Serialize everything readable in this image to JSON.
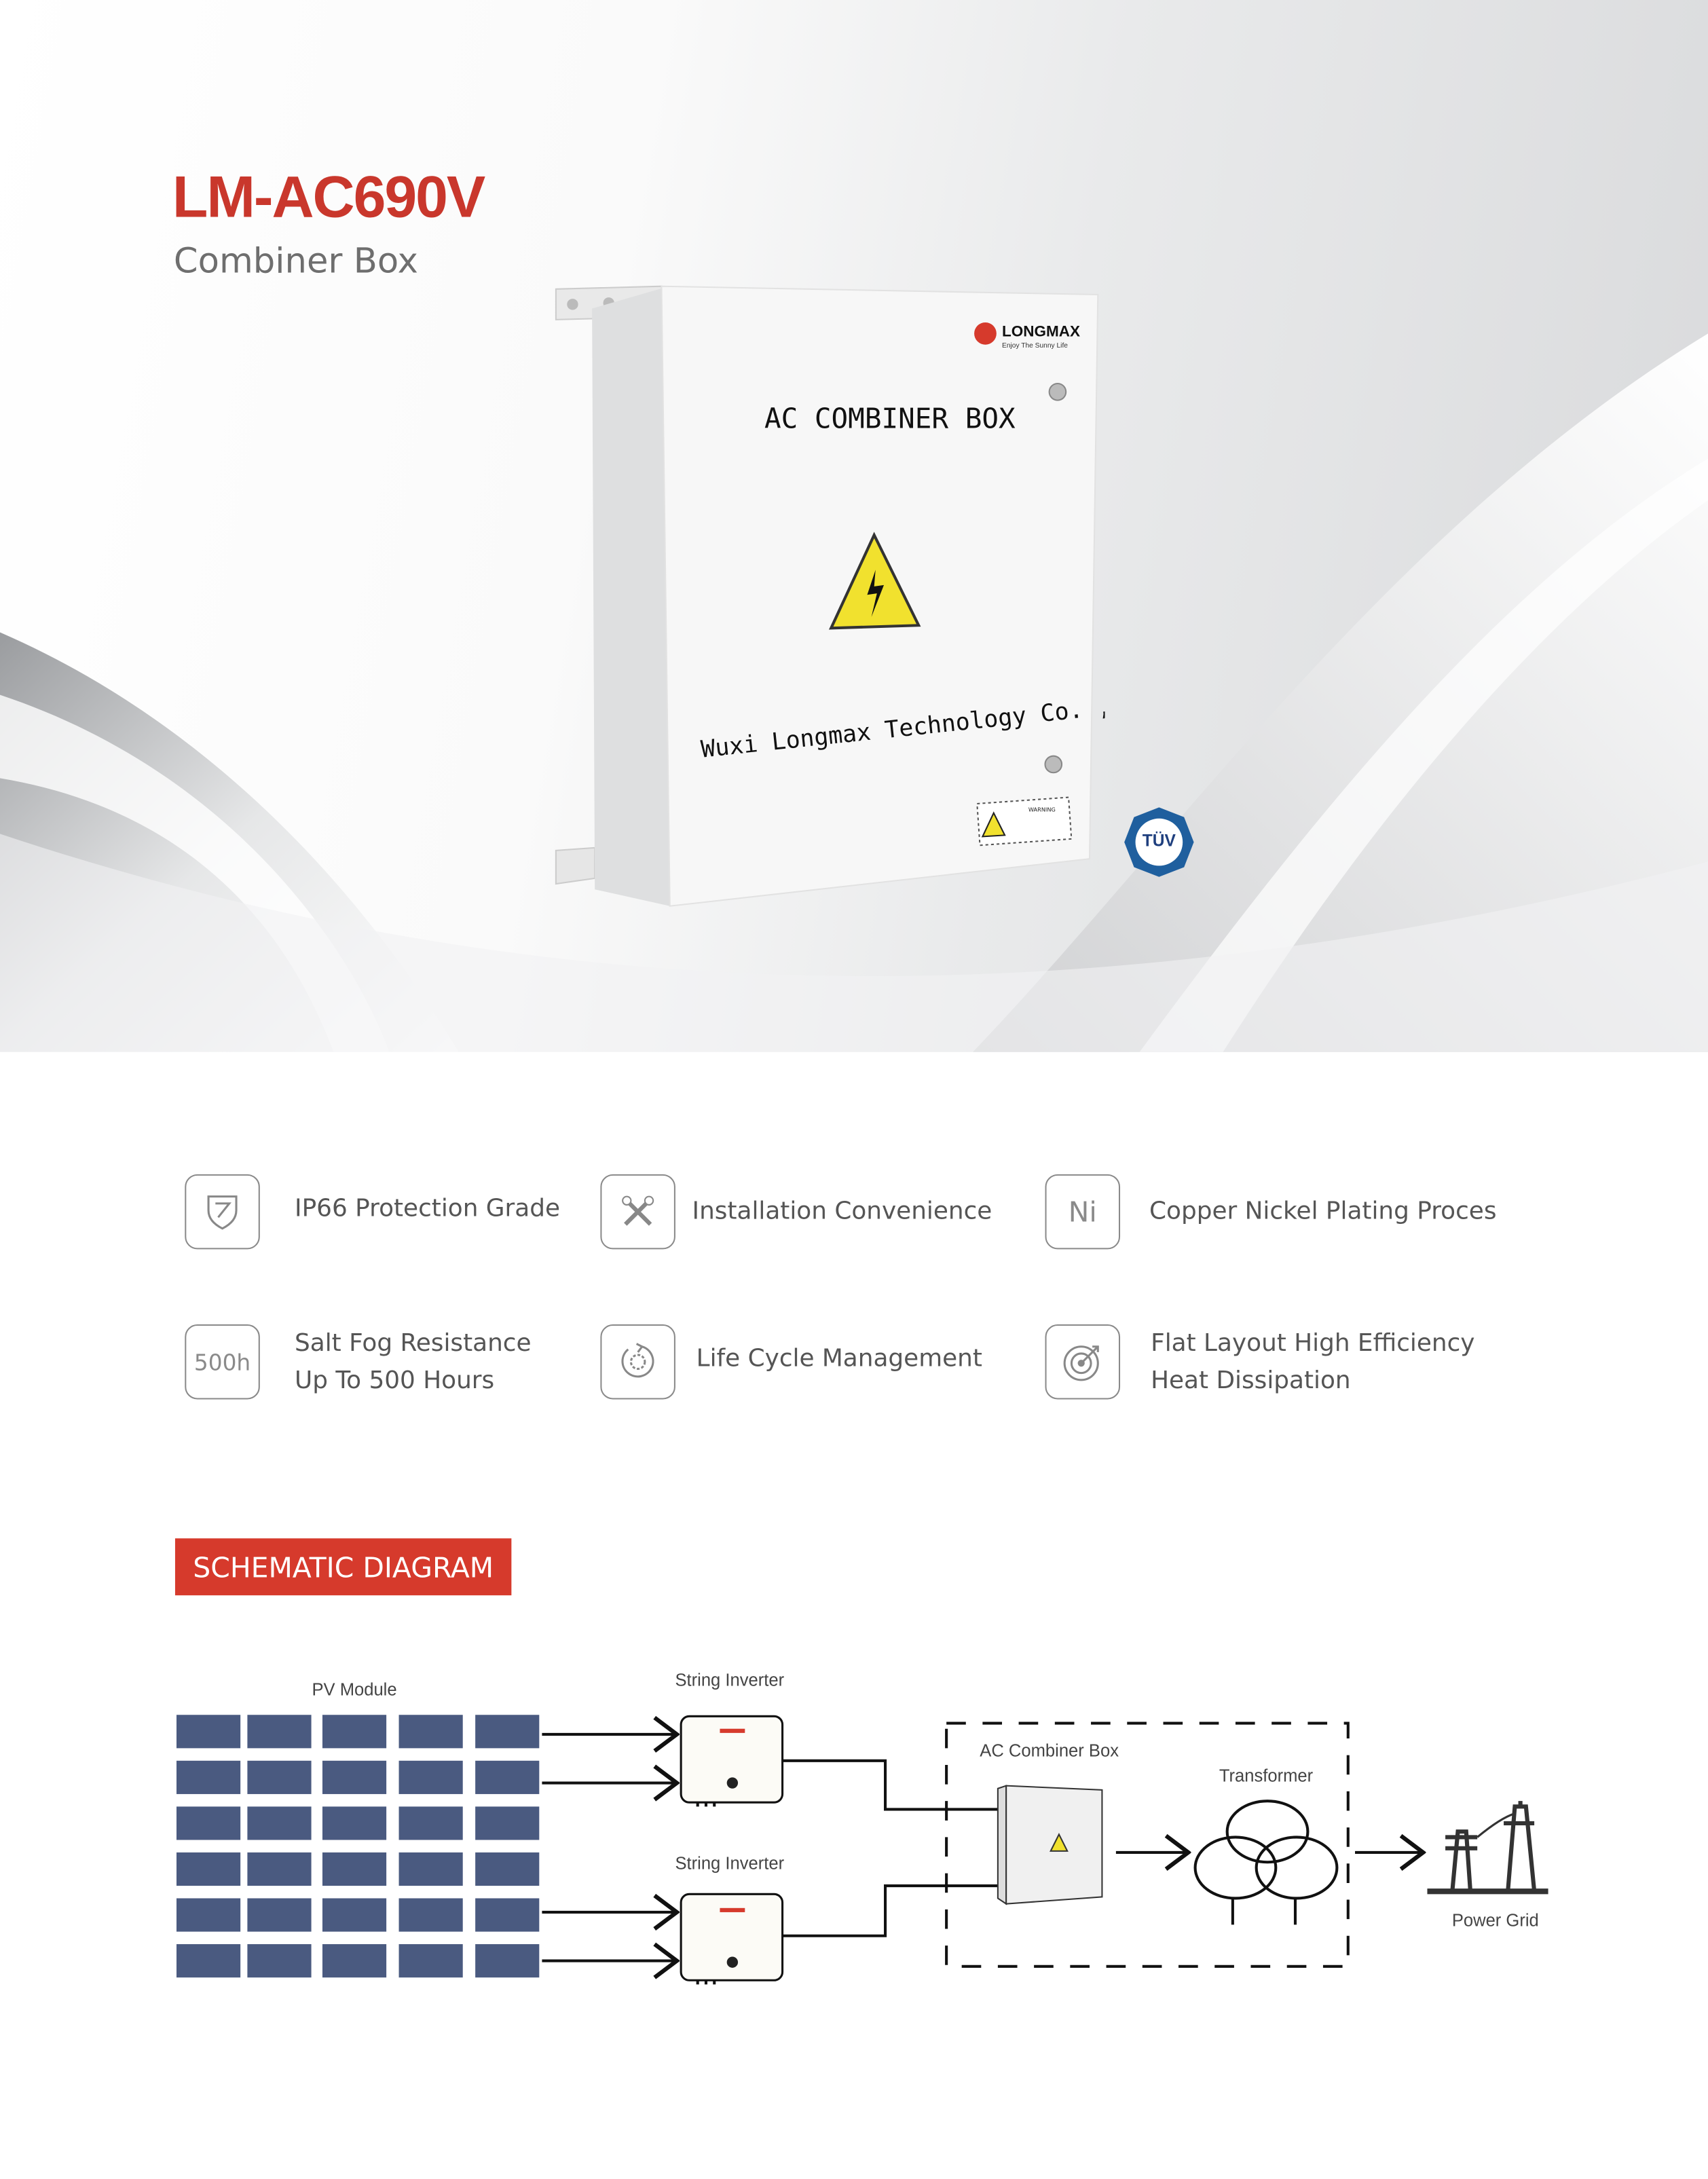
{
  "header": {
    "title": "LM-AC690V",
    "subtitle": "Combiner Box"
  },
  "product": {
    "front_label": "AC COMBINER BOX",
    "maker_text": "Wuxi Longmax Technology Co. , Ltd.",
    "brand": "LONGMAX",
    "slogan": "Enjoy The Sunny Life",
    "warning_title": "WARNING",
    "certification": "TÜV"
  },
  "features": [
    {
      "icon": "shield-icon",
      "lines": [
        "IP66 Protection Grade"
      ]
    },
    {
      "icon": "tools-icon",
      "lines": [
        "Installation Convenience"
      ]
    },
    {
      "icon": "ni-icon",
      "icon_text": "Ni",
      "lines": [
        "Copper Nickel Plating Proces"
      ]
    },
    {
      "icon": "500h-icon",
      "icon_text": "500h",
      "lines": [
        "Salt Fog Resistance",
        "Up To 500 Hours"
      ]
    },
    {
      "icon": "lifecycle-icon",
      "lines": [
        "Life Cycle Management"
      ]
    },
    {
      "icon": "target-icon",
      "lines": [
        "Flat Layout High Efficiency",
        "Heat Dissipation"
      ]
    }
  ],
  "schematic": {
    "heading": "SCHEMATIC DIAGRAM",
    "pv_module": "PV Module",
    "inverter_top": "String Inverter",
    "inverter_bottom": "String Inverter",
    "combiner": "AC Combiner Box",
    "transformer": "Transformer",
    "grid": "Power Grid",
    "colors": {
      "panel": "#4a5a80",
      "accent": "#d63a2c"
    }
  }
}
